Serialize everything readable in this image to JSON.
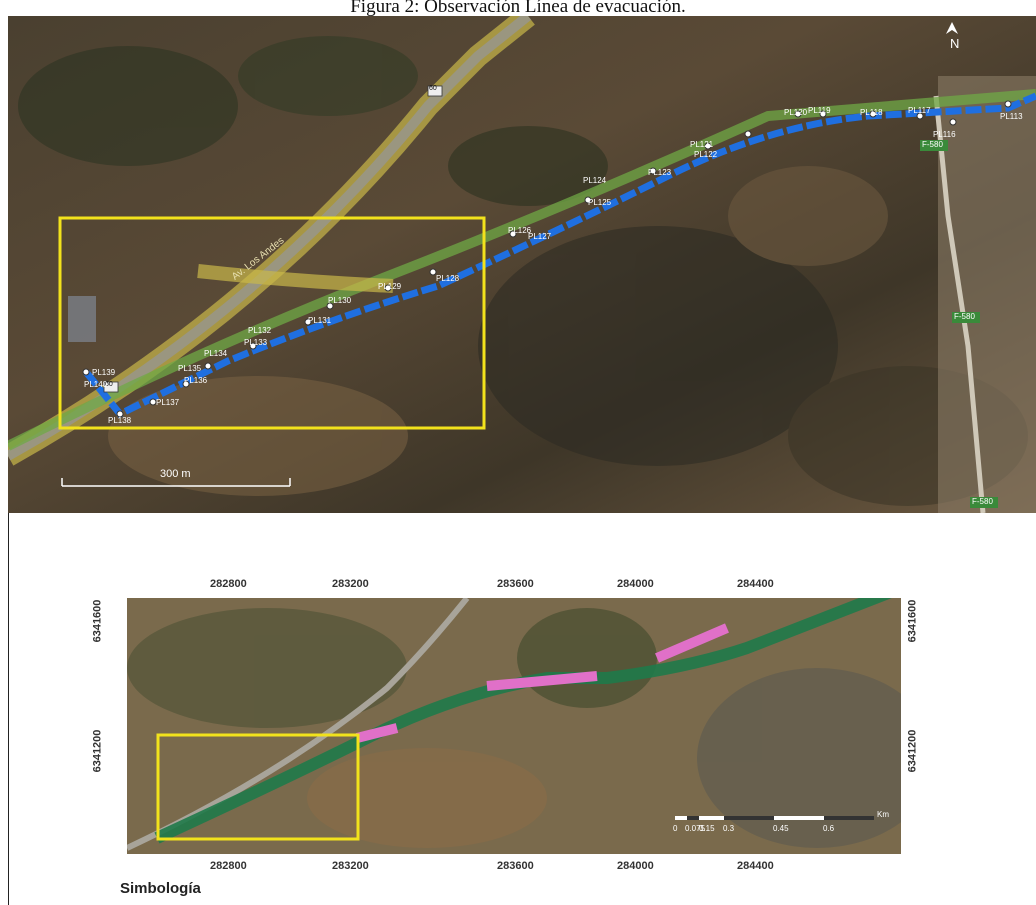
{
  "caption": "Figura 2: Observación Línea de evacuación.",
  "top_map": {
    "north_label": "N",
    "scale_label": "300 m",
    "road_label": "Av. Los Andes",
    "route_shield": "60",
    "route_shield_2": "60",
    "f580_labels": [
      "F-580",
      "F-580",
      "F-580"
    ],
    "points": [
      "PL113",
      "PL116",
      "PL117",
      "PL118",
      "PL119",
      "PL120",
      "PL121",
      "PL122",
      "PL123",
      "PL124",
      "PL125",
      "PL126",
      "PL127",
      "PL128",
      "PL129",
      "PL130",
      "PL131",
      "PL132",
      "PL133",
      "PL134",
      "PL135",
      "PL136",
      "PL137",
      "PL138",
      "PL139",
      "PL140"
    ]
  },
  "bottom_map": {
    "x_ticks": [
      "282800",
      "283200",
      "283600",
      "284000",
      "284400"
    ],
    "y_ticks": [
      "6341600",
      "6341200"
    ],
    "scale_bar": {
      "labels": [
        "0",
        "0.075",
        "0.15",
        "0.3",
        "0.45",
        "0.6"
      ],
      "unit": "Km"
    }
  },
  "legend_title": "Simbología",
  "colors": {
    "route_blue": "#1f6fe0",
    "highlight_yellow": "#f2e21c",
    "green_corridor": "#1f7a4a",
    "pink_zone": "#e070c8"
  }
}
